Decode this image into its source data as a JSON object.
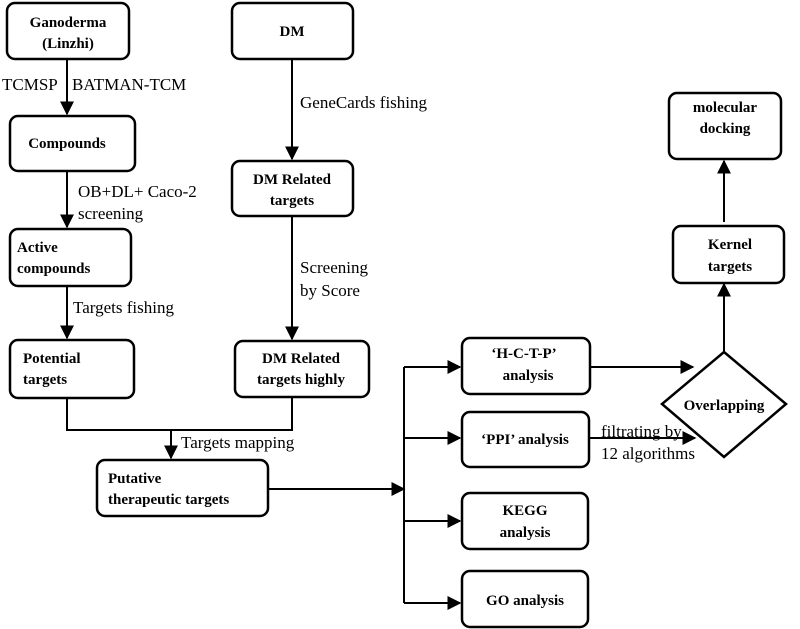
{
  "nodes": {
    "ganoderma": {
      "line1": "Ganoderma",
      "line2": "(Linzhi)"
    },
    "dm": {
      "label": "DM"
    },
    "compounds": {
      "label": "Compounds"
    },
    "dm_related_targets": {
      "line1": "DM Related",
      "line2": "targets"
    },
    "active_compounds": {
      "line1": "Active",
      "line2": "compounds"
    },
    "potential_targets": {
      "line1": "Potential",
      "line2": "targets"
    },
    "dm_related_targets_highly": {
      "line1": "DM Related",
      "line2": "targets highly"
    },
    "putative_targets": {
      "line1": "Putative",
      "line2": "therapeutic targets"
    },
    "hctp": {
      "line1": "‘H-C-T-P’",
      "line2": "analysis"
    },
    "ppi": {
      "label": "‘PPI’ analysis"
    },
    "kegg": {
      "line1": "KEGG",
      "line2": "analysis"
    },
    "go": {
      "label": "GO analysis"
    },
    "overlapping": {
      "label": "Overlapping"
    },
    "kernel_targets": {
      "line1": "Kernel",
      "line2": "targets"
    },
    "molecular_docking": {
      "line1": "molecular",
      "line2": "docking"
    }
  },
  "edge_labels": {
    "tcmsp": "TCMSP",
    "batman": "BATMAN-TCM",
    "genecards": "GeneCards fishing",
    "screening_line1": "OB+DL+ Caco-2",
    "screening_line2": "screening",
    "score_line1": "Screening",
    "score_line2": "by Score",
    "targets_fishing": "Targets fishing",
    "targets_mapping": "Targets mapping",
    "filtrating_line1": "filtrating by",
    "filtrating_line2": "12 algorithms"
  }
}
